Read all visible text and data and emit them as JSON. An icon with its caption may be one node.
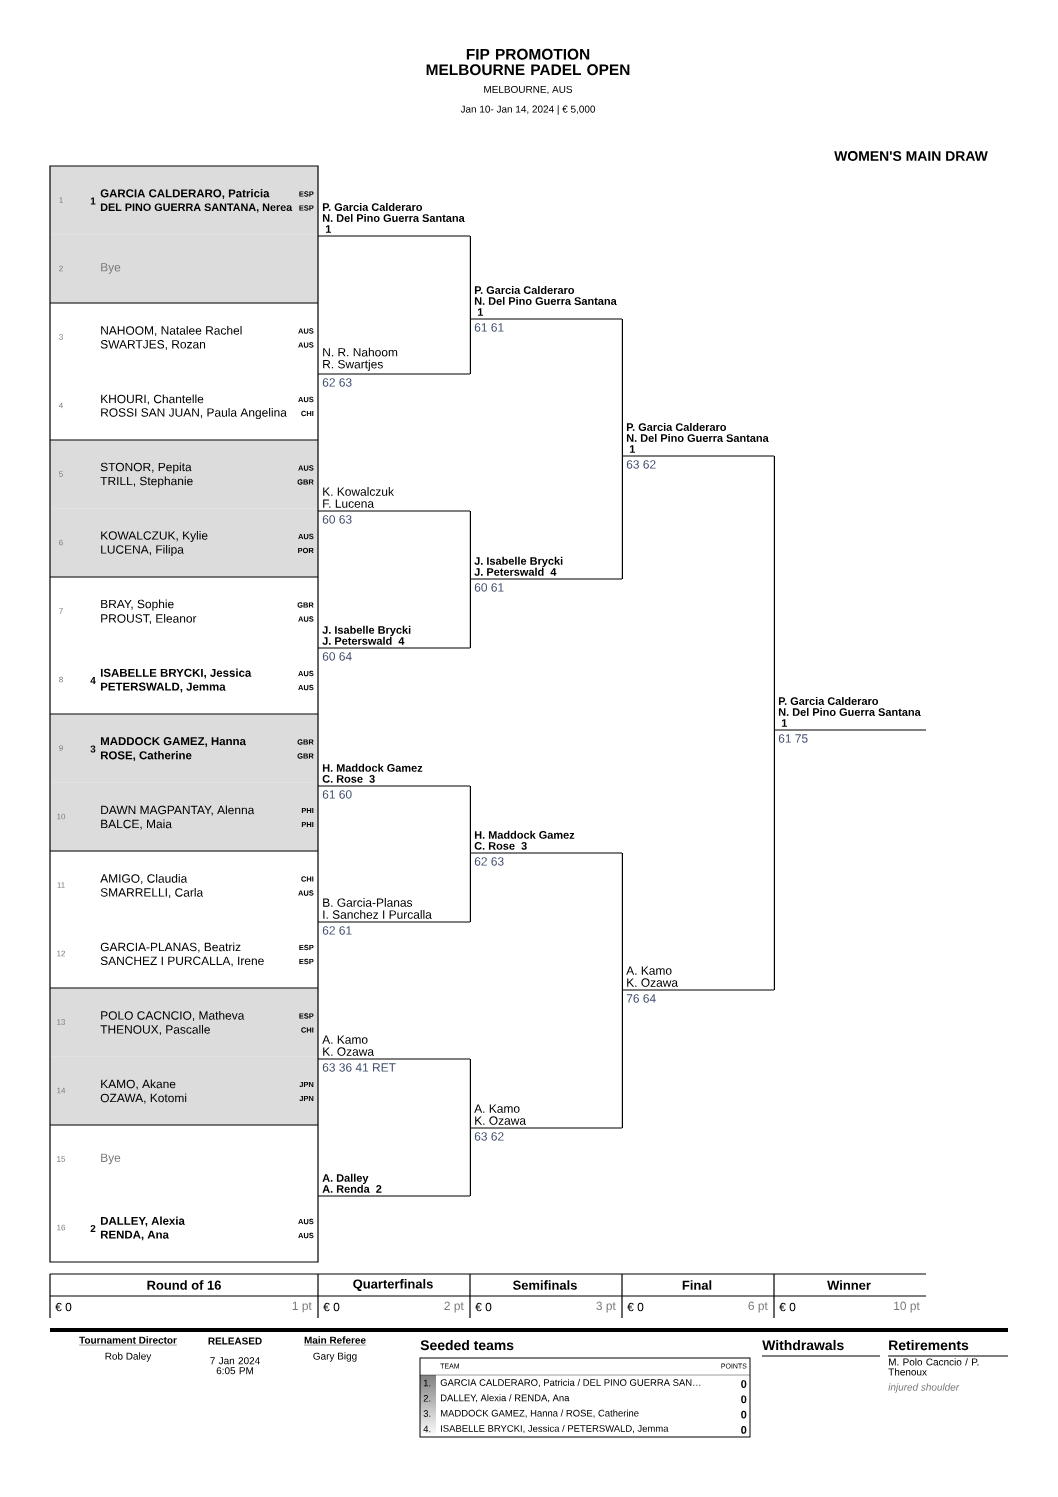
{
  "diagram": {
    "title": "FIP PROMOTION MELBOURNE PADEL OPEN",
    "nodes": [
      {
        "text": [
          "1",
          "1",
          "GARCIA CALDERARO, Patricia",
          "ESP",
          "DEL PINO GUERRA SANTANA, Nerea",
          "ESP"
        ]
      },
      {
        "text": [
          "2",
          "Bye"
        ]
      },
      {
        "text": [
          "3",
          "NAHOOM, Natalee Rachel",
          "AUS",
          "SWARTJES, Rozan",
          "AUS"
        ]
      },
      {
        "text": [
          "4",
          "KHOURI, Chantelle",
          "AUS",
          "ROSSI SAN JUAN, Paula Angelina",
          "CHI"
        ]
      },
      {
        "text": [
          "5",
          "STONOR, Pepita",
          "AUS",
          "TRILL, Stephanie",
          "GBR"
        ]
      },
      {
        "text": [
          "6",
          "KOWALCZUK, Kylie",
          "AUS",
          "LUCENA, Filipa",
          "POR"
        ]
      },
      {
        "text": [
          "7",
          "BRAY, Sophie",
          "GBR",
          "PROUST, Eleanor",
          "AUS"
        ]
      },
      {
        "text": [
          "8",
          "4",
          "ISABELLE BRYCKI, Jessica",
          "AUS",
          "PETERSWALD, Jemma",
          "AUS"
        ]
      },
      {
        "text": [
          "9",
          "3",
          "MADDOCK GAMEZ, Hanna",
          "GBR",
          "ROSE, Catherine",
          "GBR"
        ]
      },
      {
        "text": [
          "10",
          "DAWN MAGPANTAY, Alenna",
          "PHI",
          "BALCE, Maia",
          "PHI"
        ]
      },
      {
        "text": [
          "11",
          "AMIGO, Claudia",
          "CHI",
          "SMARRELLI, Carla",
          "AUS"
        ]
      },
      {
        "text": [
          "12",
          "GARCIA-PLANAS, Beatriz",
          "ESP",
          "SANCHEZ I PURCALLA, Irene",
          "ESP"
        ]
      },
      {
        "text": [
          "13",
          "POLO CACNCIO, Matheva",
          "ESP",
          "THENOUX, Pascalle",
          "CHI"
        ]
      },
      {
        "text": [
          "14",
          "KAMO, Akane",
          "JPN",
          "OZAWA, Kotomi",
          "JPN"
        ]
      },
      {
        "text": [
          "15",
          "Bye"
        ]
      },
      {
        "text": [
          "16",
          "2",
          "DALLEY, Alexia",
          "AUS",
          "RENDA, Ana",
          "AUS"
        ]
      },
      {
        "text": [
          "P. Garcia Calderaro",
          "N. Del Pino Guerra Santana",
          "1"
        ]
      },
      {
        "text": [
          "N. R. Nahoom",
          "R. Swartjes"
        ],
        "beside": [
          "62 63"
        ]
      },
      {
        "text": [
          "K. Kowalczuk",
          "F. Lucena"
        ],
        "beside": [
          "60 63"
        ]
      },
      {
        "text": [
          "J. Isabelle Brycki",
          "J. Peterswald",
          "4"
        ],
        "beside": [
          "60 64"
        ]
      },
      {
        "text": [
          "H. Maddock Gamez",
          "C. Rose",
          "3"
        ],
        "beside": [
          "61 60"
        ]
      },
      {
        "text": [
          "B. Garcia-Planas",
          "I. Sanchez I Purcalla"
        ],
        "beside": [
          "62 61"
        ]
      },
      {
        "text": [
          "A. Kamo",
          "K. Ozawa"
        ],
        "beside": [
          "63 36 41 RET"
        ]
      },
      {
        "text": [
          "A. Dalley",
          "A. Renda",
          "2"
        ]
      },
      {
        "text": [
          "P. Garcia Calderaro",
          "N. Del Pino Guerra Santana",
          "1"
        ],
        "beside": [
          "61 61"
        ]
      },
      {
        "text": [
          "J. Isabelle Brycki",
          "J. Peterswald",
          "4"
        ],
        "beside": [
          "60 61"
        ]
      },
      {
        "text": [
          "H. Maddock Gamez",
          "C. Rose",
          "3"
        ],
        "beside": [
          "62 63"
        ]
      },
      {
        "text": [
          "A. Kamo",
          "K. Ozawa"
        ],
        "beside": [
          "63 62"
        ]
      },
      {
        "text": [
          "P. Garcia Calderaro",
          "N. Del Pino Guerra Santana",
          "1"
        ],
        "beside": [
          "63 62"
        ]
      },
      {
        "text": [
          "A. Kamo",
          "K. Ozawa"
        ],
        "beside": [
          "76 64"
        ]
      },
      {
        "text": [
          "P. Garcia Calderaro",
          "N. Del Pino Guerra Santana",
          "1"
        ],
        "beside": [
          "61 75"
        ]
      }
    ],
    "edges": [
      {
        "from": 16,
        "to": 24,
        "arrow": "none"
      },
      {
        "from": 17,
        "to": 24,
        "arrow": "none"
      },
      {
        "from": 18,
        "to": 25,
        "arrow": "none"
      },
      {
        "from": 19,
        "to": 25,
        "arrow": "none"
      },
      {
        "from": 20,
        "to": 26,
        "arrow": "none"
      },
      {
        "from": 21,
        "to": 26,
        "arrow": "none"
      },
      {
        "from": 22,
        "to": 27,
        "arrow": "none"
      },
      {
        "from": 23,
        "to": 27,
        "arrow": "none"
      },
      {
        "from": 24,
        "to": 28,
        "arrow": "none"
      },
      {
        "from": 25,
        "to": 28,
        "arrow": "none"
      },
      {
        "from": 26,
        "to": 29,
        "arrow": "none"
      },
      {
        "from": 27,
        "to": 29,
        "arrow": "none"
      },
      {
        "from": 28,
        "to": 30,
        "arrow": "none"
      },
      {
        "from": 29,
        "to": 30,
        "arrow": "none"
      }
    ],
    "labels": [
      "MELBOURNE, AUS",
      "Jan 10- Jan 14, 2024  |  € 5,000",
      "WOMEN'S MAIN DRAW",
      "Round of 16",
      "Quarterfinals",
      "Semifinals",
      "Final",
      "Winner",
      "€ 0",
      "1 pt",
      "€ 0",
      "2 pt",
      "€ 0",
      "3 pt",
      "€ 0",
      "6 pt",
      "€ 0",
      "10 pt",
      "Tournament Director",
      "Rob Daley",
      "RELEASED",
      "7 Jan 2024 6:05 PM",
      "Main Referee",
      "Gary Bigg",
      "Seeded teams",
      "TEAM",
      "POINTS",
      "1.",
      "GARCIA CALDERARO, Patricia / DEL PINO GUERRA SAN…",
      "0",
      "2.",
      "DALLEY, Alexia / RENDA, Ana",
      "0",
      "3.",
      "MADDOCK GAMEZ, Hanna / ROSE, Catherine",
      "0",
      "4.",
      "ISABELLE BRYCKI, Jessica / PETERSWALD, Jemma",
      "0",
      "Withdrawals",
      "Retirements",
      "M. Polo Cacncio / P. Thenoux",
      "injured shoulder"
    ]
  }
}
